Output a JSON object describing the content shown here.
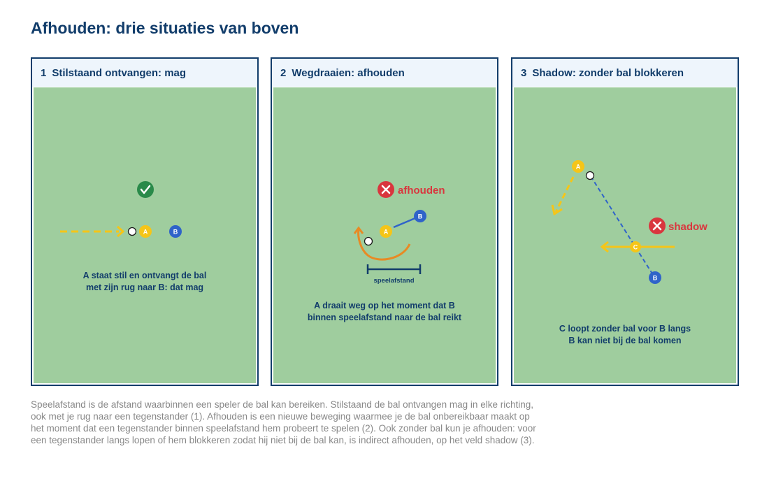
{
  "title": "Afhouden: drie situaties van boven",
  "panels": [
    {
      "number": "1",
      "title": "Stilstaand ontvangen: mag",
      "verdict": "allowed",
      "players": {
        "a": "A",
        "b": "B"
      },
      "caption": [
        "A staat stil en ontvangt de bal",
        "met zijn rug naar B: dat mag"
      ]
    },
    {
      "number": "2",
      "title": "Wegdraaien: afhouden",
      "verdict": "not-allowed",
      "verdict_label": "afhouden",
      "players": {
        "a": "A",
        "b": "B"
      },
      "distance_label": "speelafstand",
      "caption": [
        "A draait weg op het moment dat B",
        "binnen speelafstand naar de bal reikt"
      ]
    },
    {
      "number": "3",
      "title": "Shadow: zonder bal blokkeren",
      "verdict": "not-allowed",
      "verdict_label": "shadow",
      "players": {
        "a": "A",
        "b": "B",
        "c": "C"
      },
      "caption": [
        "C loopt zonder bal voor B langs",
        "B kan niet bij de bal komen"
      ]
    }
  ],
  "footnote": "Speelafstand is de afstand waarbinnen een speler de bal kan bereiken. Stilstaand de bal ontvangen mag in elke richting, ook met je rug naar een tegenstander (1). Afhouden is een nieuwe beweging waarmee je de bal onbereikbaar maakt op het moment dat een tegenstander binnen speelafstand hem probeert te spelen (2). Ook zonder bal kun je afhouden: voor een tegenstander langs lopen of hem blokkeren zodat hij niet bij de bal kan, is indirect afhouden, op het veld shadow (3).",
  "colors": {
    "navy": "#123d6b",
    "field": "#9fcd9e",
    "header": "#eef5fc",
    "player_a": "#f5c518",
    "player_b": "#2f63c9",
    "arrow_yellow": "#f5c518",
    "arc_orange": "#e88a24",
    "ok_green": "#2a8a4a",
    "stop_red": "#d9363e"
  }
}
